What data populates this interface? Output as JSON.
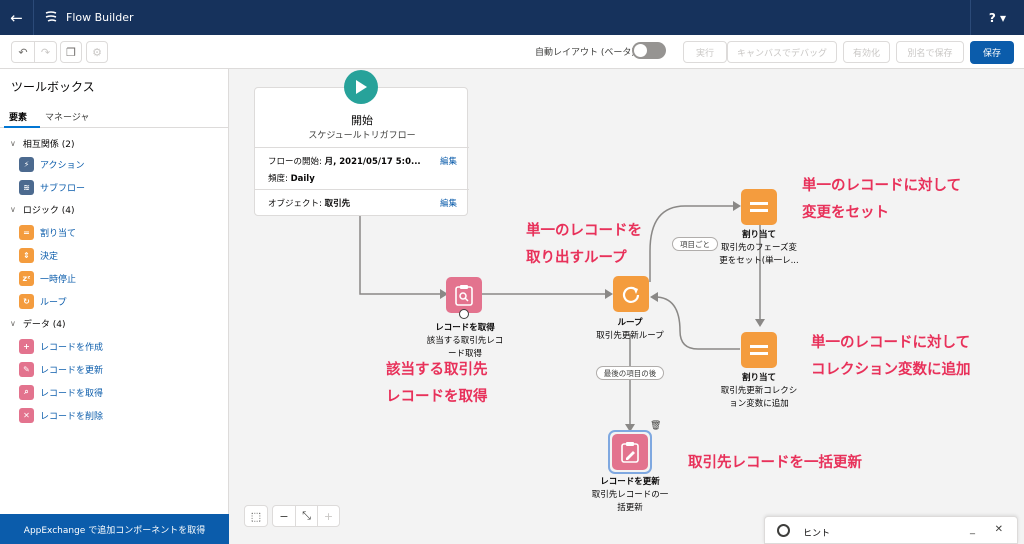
{
  "topbar": {
    "app_title": "Flow Builder",
    "help_label": "? ▾"
  },
  "toolbar": {
    "auto_layout_label": "自動レイアウト (ベータ)",
    "run": "実行",
    "debug": "キャンバスでデバッグ",
    "activate": "有効化",
    "save_as": "別名で保存",
    "save": "保存"
  },
  "sidebar": {
    "title": "ツールボックス",
    "tabs": [
      "要素",
      "マネージャ"
    ],
    "sections": [
      {
        "title": "相互関係 (2)",
        "items": [
          {
            "label": "アクション",
            "icon": "action-icon",
            "color": "#4c6a8f"
          },
          {
            "label": "サブフロー",
            "icon": "subflow-icon",
            "color": "#4c6a8f"
          }
        ]
      },
      {
        "title": "ロジック (4)",
        "items": [
          {
            "label": "割り当て",
            "icon": "assignment-icon",
            "color": "#f49c3e"
          },
          {
            "label": "決定",
            "icon": "decision-icon",
            "color": "#f49c3e"
          },
          {
            "label": "一時停止",
            "icon": "pause-icon",
            "color": "#f49c3e"
          },
          {
            "label": "ループ",
            "icon": "loop-icon",
            "color": "#f49c3e"
          }
        ]
      },
      {
        "title": "データ (4)",
        "items": [
          {
            "label": "レコードを作成",
            "icon": "create-record-icon",
            "color": "#e3738e"
          },
          {
            "label": "レコードを更新",
            "icon": "update-record-icon",
            "color": "#e3738e"
          },
          {
            "label": "レコードを取得",
            "icon": "get-record-icon",
            "color": "#e3738e"
          },
          {
            "label": "レコードを削除",
            "icon": "delete-record-icon",
            "color": "#e3738e"
          }
        ]
      }
    ],
    "appexchange": "AppExchange で追加コンポーネントを取得"
  },
  "start": {
    "title": "開始",
    "subtitle": "スケジュールトリガフロー",
    "start_label": "フローの開始: ",
    "start_value": "月, 2021/05/17 5:0...",
    "freq_label": "頻度: ",
    "freq_value": "Daily",
    "object_label": "オブジェクト: ",
    "object_value": "取引先",
    "edit": "編集"
  },
  "nodes": {
    "get": {
      "type": "レコードを取得",
      "name1": "該当する取引先レコ",
      "name2": "ード取得"
    },
    "loop": {
      "type": "ループ",
      "name1": "取引先更新ループ"
    },
    "assign1": {
      "type": "割り当て",
      "name1": "取引先のフェーズ変",
      "name2": "更をセット(単一レ..."
    },
    "assign2": {
      "type": "割り当て",
      "name1": "取引先更新コレクシ",
      "name2": "ョン変数に追加"
    },
    "update": {
      "type": "レコードを更新",
      "name1": "取引先レコードの一",
      "name2": "括更新"
    }
  },
  "connectors": {
    "for_each": "項目ごと",
    "after_last": "最後の項目の後"
  },
  "annotations": {
    "loop_1": "単一のレコードを",
    "loop_2": "取り出すループ",
    "get_1": "該当する取引先",
    "get_2": "レコードを取得",
    "assign1_1": "単一のレコードに対して",
    "assign1_2": "変更をセット",
    "assign2_1": "単一のレコードに対して",
    "assign2_2": "コレクション変数に追加",
    "update_1": "取引先レコードを一括更新"
  },
  "hint": {
    "title": "ヒント"
  }
}
